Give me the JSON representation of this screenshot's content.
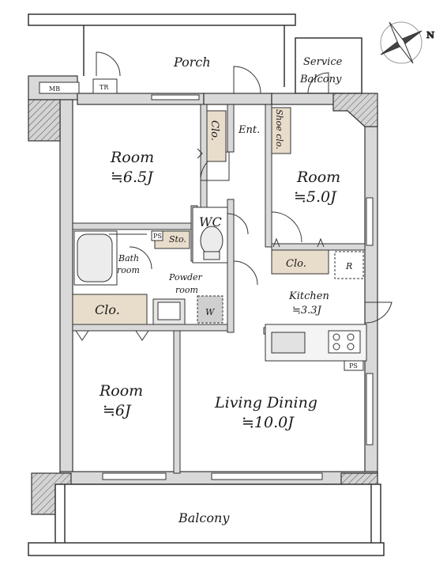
{
  "compass": {
    "north_label": "N",
    "icon": "compass-rose-icon"
  },
  "rooms": {
    "porch": "Porch",
    "service_balcony_line1": "Service",
    "service_balcony_line2": "Balcony",
    "mb": "MB",
    "tr": "TR",
    "closet_vertical": "Clo.",
    "entrance": "Ent.",
    "shoe_closet": "Shoe clo.",
    "room_nw_label": "Room",
    "room_nw_size": "≒6.5J",
    "room_ne_label": "Room",
    "room_ne_size": "≒5.0J",
    "wc": "WC",
    "ps_upper": "PS",
    "storage": "Sto.",
    "bath_line1": "Bath",
    "bath_line2": "room",
    "powder_line1": "Powder",
    "powder_line2": "room",
    "closet_kitchen": "Clo.",
    "refrigerator": "R",
    "kitchen_label": "Kitchen",
    "kitchen_size": "≒3.3J",
    "closet_bath": "Clo.",
    "washer": "W",
    "ps_lower": "PS",
    "room_sw_label": "Room",
    "room_sw_size": "≒6J",
    "living_label": "Living Dining",
    "living_size": "≒10.0J",
    "balcony": "Balcony"
  },
  "colors": {
    "wall_fill": "#d9d9d9",
    "closet_fill": "#e8dccb",
    "line": "#333333"
  }
}
